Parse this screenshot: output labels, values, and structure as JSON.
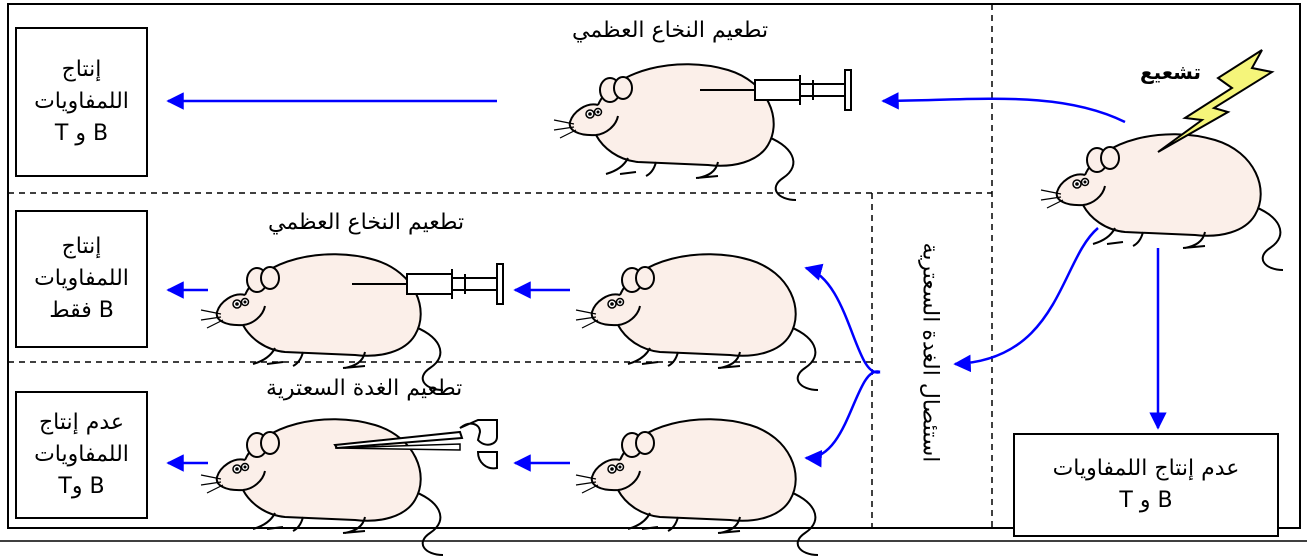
{
  "colors": {
    "arrow": "#0000ff",
    "mouse_fill": "#fbefe9",
    "bolt_fill": "#f5f57a"
  },
  "labels": {
    "irradiation": "تشعيع",
    "marrow_graft_top": "تطعيم النخاع العظمي",
    "marrow_graft_mid": "تطعيم النخاع العظمي",
    "thymus_graft": "تطعيم الغدة السعترية",
    "thymectomy": "استئصال الغدة السعترية"
  },
  "result_boxes": {
    "top": {
      "line1": "إنتاج",
      "line2": "اللمفاويات",
      "line3": "B و T"
    },
    "middle": {
      "line1": "إنتاج",
      "line2": "اللمفاويات",
      "line3": "B فقط"
    },
    "bottom": {
      "line1": "عدم إنتاج",
      "line2": "اللمفاويات",
      "line3": "B وT"
    },
    "irradiated_only": {
      "line1": "عدم إنتاج اللمفاويات",
      "line2": "B و T"
    }
  },
  "icons": {
    "mouse": "mouse-icon",
    "syringe": "syringe-icon",
    "thymus_tool": "forceps-icon",
    "lightning": "lightning-bolt-icon"
  }
}
